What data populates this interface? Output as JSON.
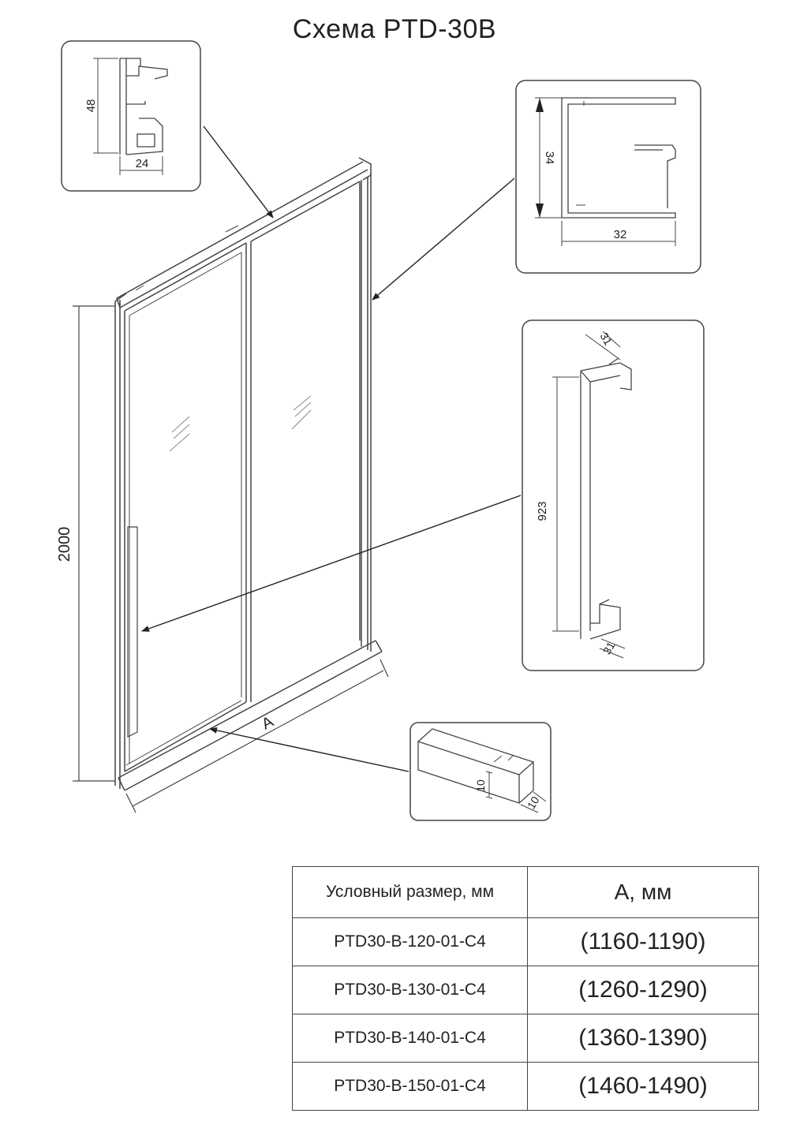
{
  "title": "Схема PTD-30B",
  "detail_top_left": {
    "height": "48",
    "width": "24"
  },
  "detail_top_right": {
    "height": "34",
    "width": "32"
  },
  "detail_handle": {
    "top_size": "31",
    "length": "923",
    "bottom_size": "31"
  },
  "detail_bottom": {
    "height": "10",
    "depth": "10"
  },
  "main_view": {
    "height_label": "2000",
    "width_label": "A"
  },
  "table": {
    "headers": [
      "Условный размер, мм",
      "А, мм"
    ],
    "rows": [
      [
        "PTD30-B-120-01-C4",
        "(1160-1190)"
      ],
      [
        "PTD30-B-130-01-C4",
        "(1260-1290)"
      ],
      [
        "PTD30-B-140-01-C4",
        "(1360-1390)"
      ],
      [
        "PTD30-B-150-01-C4",
        "(1460-1490)"
      ]
    ]
  }
}
